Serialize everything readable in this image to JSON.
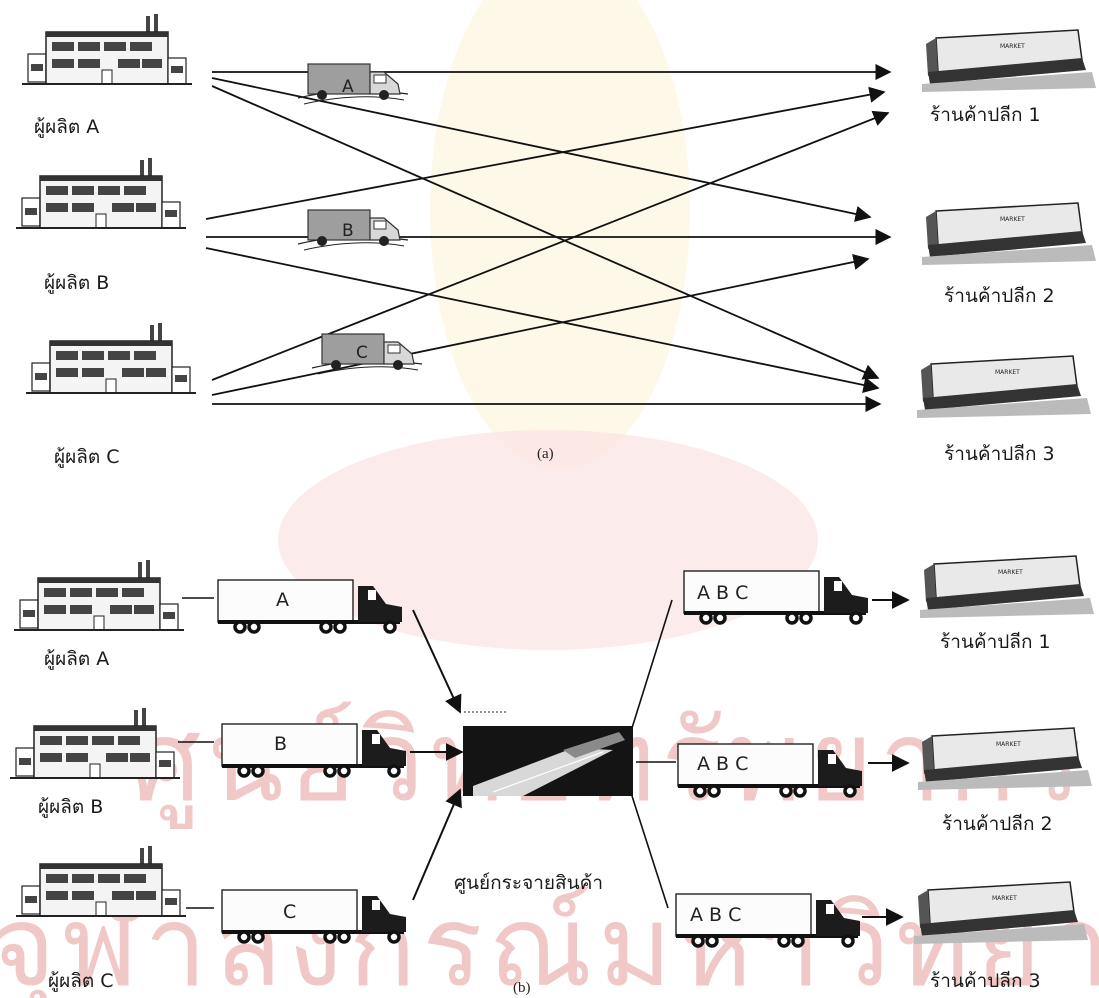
{
  "watermark": {
    "line1": "ศูนย์วิทยทรัพยากร",
    "line2": "จุฬาลงกรณ์มหาวิทยาลัย",
    "accent_color": "#f1c8c8"
  },
  "part_a": {
    "caption": "(a)",
    "producers": [
      {
        "label": "ผู้ผลิต A",
        "truck_letter": "A"
      },
      {
        "label": "ผู้ผลิต B",
        "truck_letter": "B"
      },
      {
        "label": "ผู้ผลิต C",
        "truck_letter": "C"
      }
    ],
    "retailers": [
      {
        "label": "ร้านค้าปลีก 1"
      },
      {
        "label": "ร้านค้าปลีก 2"
      },
      {
        "label": "ร้านค้าปลีก 3"
      }
    ]
  },
  "part_b": {
    "caption": "(b)",
    "producers": [
      {
        "label": "ผู้ผลิต A",
        "truck_letter": "A"
      },
      {
        "label": "ผู้ผลิต B",
        "truck_letter": "B"
      },
      {
        "label": "ผู้ผลิต C",
        "truck_letter": "C"
      }
    ],
    "distribution_center": {
      "label": "ศูนย์กระจายสินค้า"
    },
    "outbound_trucks": [
      {
        "cargo": "A  B  C"
      },
      {
        "cargo": "A  B  C"
      },
      {
        "cargo": "A  B  C"
      }
    ],
    "retailers": [
      {
        "label": "ร้านค้าปลีก 1"
      },
      {
        "label": "ร้านค้าปลีก 2"
      },
      {
        "label": "ร้านค้าปลีก 3"
      }
    ]
  },
  "icons": {
    "factory": "factory-icon",
    "store": "store-icon",
    "van": "van-icon",
    "semi_truck": "semi-truck-icon",
    "warehouse": "warehouse-icon"
  }
}
